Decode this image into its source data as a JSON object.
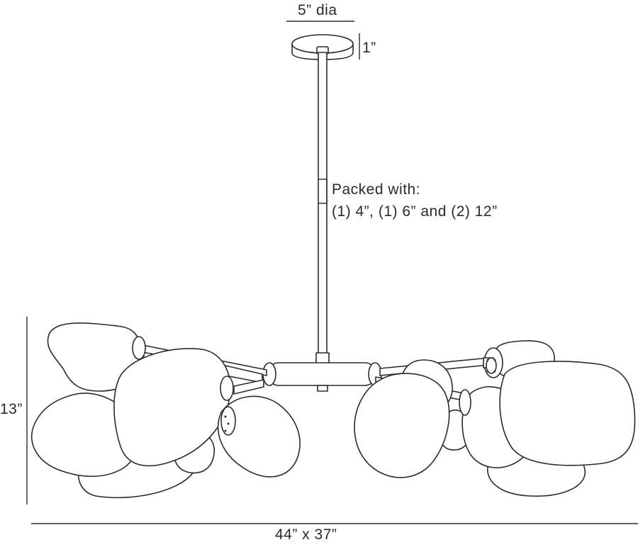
{
  "dimensions": {
    "canopy_diameter": "5” dia",
    "canopy_height": "1”",
    "packing_note_line1": "Packed with:",
    "packing_note_line2": "(1) 4”, (1) 6” and (2) 12”",
    "fixture_height": "13”",
    "fixture_footprint": "44” x 37”"
  }
}
